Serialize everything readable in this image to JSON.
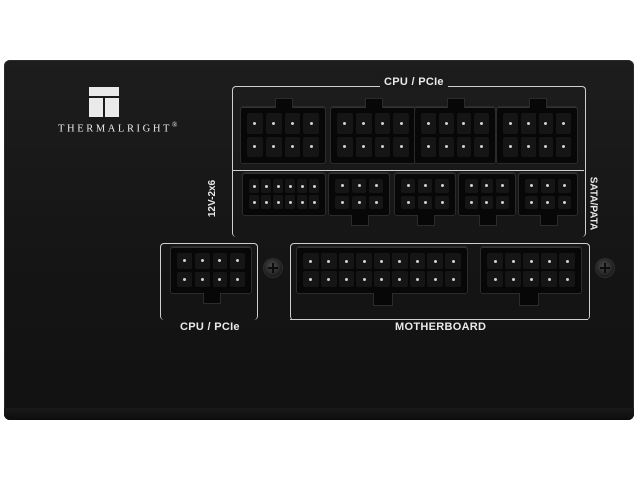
{
  "brand": {
    "name": "THERMALRIGHT",
    "mark": "®"
  },
  "labels": {
    "cpu_pcie_top": "CPU / PCIe",
    "cpu_pcie_left": "CPU / PCIe",
    "motherboard": "MOTHERBOARD",
    "vertical_12v": "12V-2x6",
    "vertical_sata": "SATA/PATA"
  },
  "icons": {
    "logo": "thermalright-t-logo",
    "screw": "screw-icon"
  }
}
